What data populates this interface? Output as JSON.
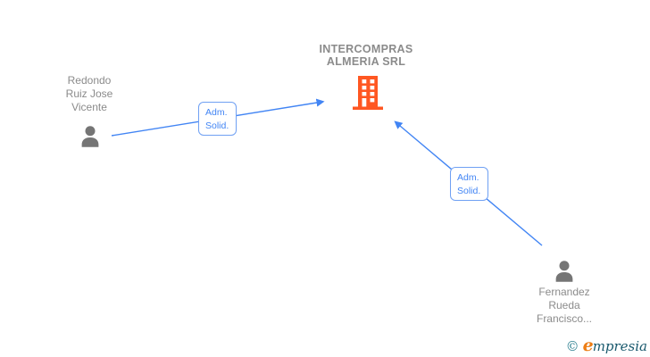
{
  "company": {
    "name_line1": "INTERCOMPRAS",
    "name_line2": "ALMERIA SRL"
  },
  "persons": [
    {
      "name_line1": "Redondo",
      "name_line2": "Ruiz Jose",
      "name_line3": "Vicente"
    },
    {
      "name_line1": "Fernandez",
      "name_line2": "Rueda",
      "name_line3": "Francisco..."
    }
  ],
  "edges": [
    {
      "label_line1": "Adm.",
      "label_line2": "Solid."
    },
    {
      "label_line1": "Adm.",
      "label_line2": "Solid."
    }
  ],
  "watermark": {
    "copyright_symbol": "©",
    "brand_first_letter": "e",
    "brand_rest": "mpresia"
  },
  "colors": {
    "edge_blue": "#4285F4",
    "label_border_blue": "#6FA0F3",
    "building_orange": "#FF5722",
    "person_gray": "#757575",
    "text_gray": "#8B8B8B",
    "watermark_teal": "#2E8191",
    "watermark_orange": "#ED7D14"
  }
}
